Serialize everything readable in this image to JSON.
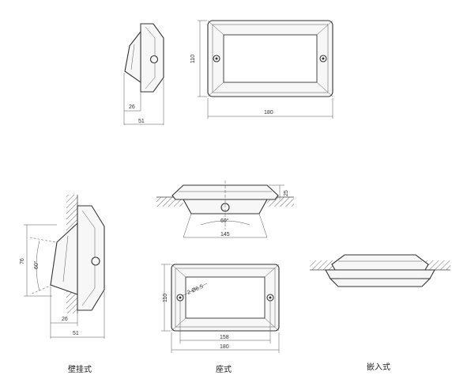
{
  "views": {
    "front_top": {
      "height_dim": "110",
      "width_dim": "180"
    },
    "side_top": {
      "depth_small": "26",
      "depth_total": "51"
    },
    "wall_mount": {
      "height_dim": "76",
      "angle": "60°",
      "depth_small": "26",
      "depth_total": "51",
      "caption": "壁挂式"
    },
    "base_mount": {
      "height_dim": "25",
      "angle": "60°",
      "width_dim": "145",
      "caption": "座式"
    },
    "base_front": {
      "hole_label": "2-Ø6.5",
      "height_dim": "110",
      "inner_width": "158",
      "outer_width": "180"
    },
    "embedded": {
      "caption": "嵌入式"
    }
  }
}
